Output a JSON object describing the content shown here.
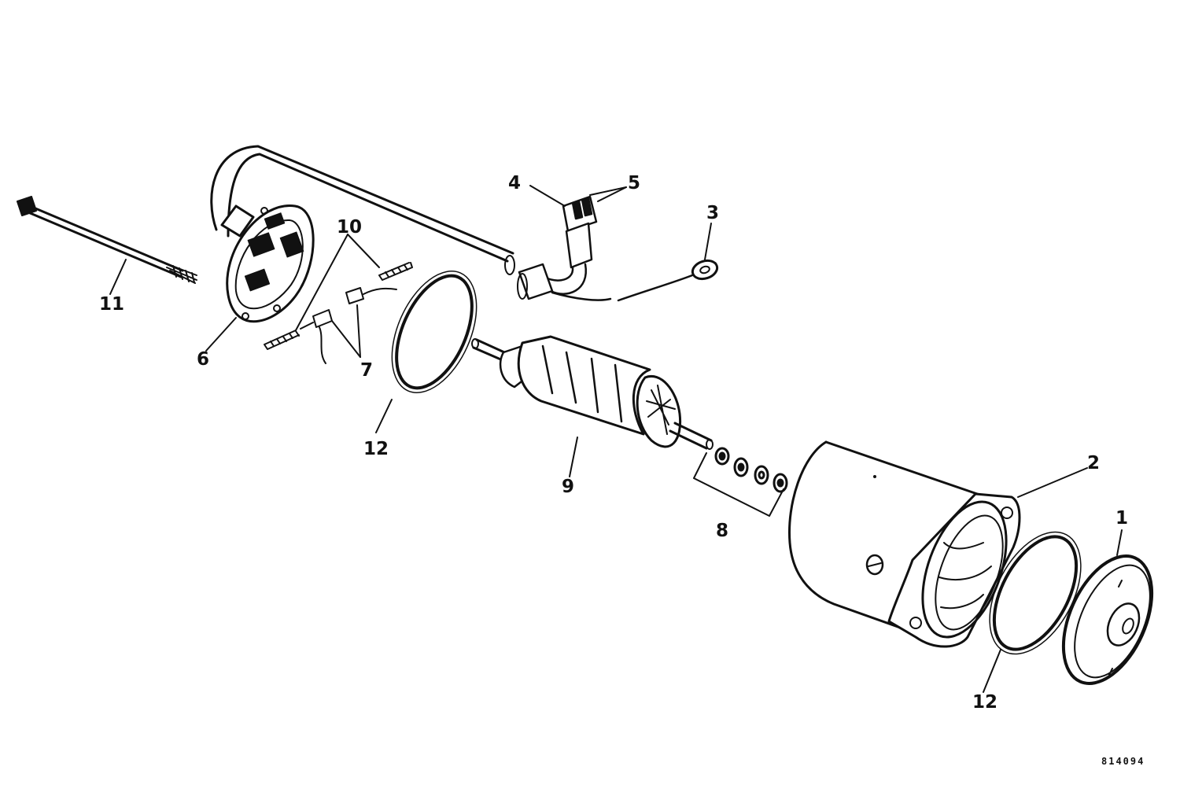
{
  "diagram": {
    "type": "exploded parts view",
    "figure_number": "814094",
    "ink_color": "#111111",
    "paper_color": "#ffffff"
  },
  "callouts": [
    {
      "id": "c1",
      "label": "1",
      "part": "end cap"
    },
    {
      "id": "c2",
      "label": "2",
      "part": "frame housing"
    },
    {
      "id": "c3",
      "label": "3",
      "part": "ring terminal lead"
    },
    {
      "id": "c4",
      "label": "4",
      "part": "connector"
    },
    {
      "id": "c5",
      "label": "5",
      "part": "connector terminals"
    },
    {
      "id": "c6",
      "label": "6",
      "part": "brush plate"
    },
    {
      "id": "c7",
      "label": "7",
      "part": "brushes"
    },
    {
      "id": "c8",
      "label": "8",
      "part": "washers"
    },
    {
      "id": "c9",
      "label": "9",
      "part": "armature"
    },
    {
      "id": "c10",
      "label": "10",
      "part": "brush springs"
    },
    {
      "id": "c11",
      "label": "11",
      "part": "through bolt"
    },
    {
      "id": "c12a",
      "label": "12",
      "part": "o-ring"
    },
    {
      "id": "c12b",
      "label": "12",
      "part": "o-ring"
    }
  ]
}
